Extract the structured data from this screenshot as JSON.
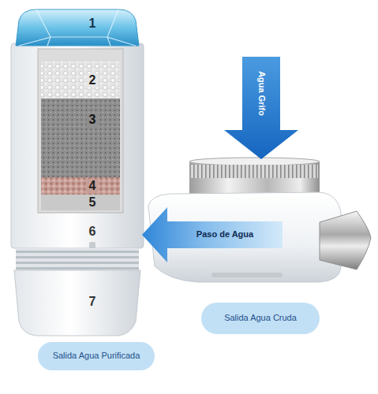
{
  "diagram": {
    "nodes": [
      {
        "text": [
          "Agua Grifo"
        ]
      },
      {
        "text": [
          "Paso de Agua"
        ]
      },
      {
        "text": [
          "Salida Agua Cruda"
        ]
      },
      {
        "text": [
          "Salida Agua Purificada"
        ]
      }
    ],
    "labels": [
      "1",
      "2",
      "3",
      "4",
      "5",
      "6",
      "7"
    ]
  }
}
